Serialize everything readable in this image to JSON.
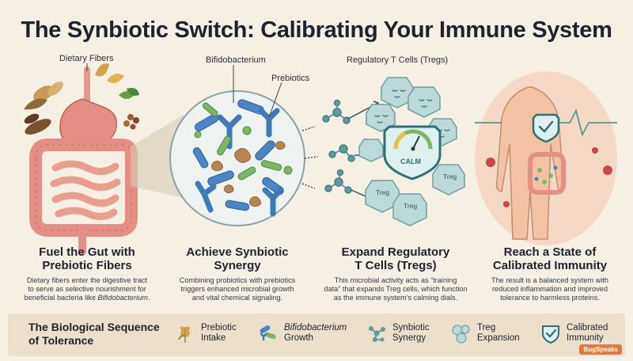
{
  "title": "The Synbiotic Switch: Calibrating Your Immune System",
  "labels": {
    "dietary_fibers": "Dietary Fibers",
    "bifidobacterium": "Bifidobacterium",
    "prebiotics": "Prebiotics",
    "tregs": "Regulatory T Cells (Tregs)",
    "calm": "CALM",
    "treg": "Treg"
  },
  "panels": [
    {
      "title_line1": "Fuel the Gut with",
      "title_line2": "Prebiotic Fibers",
      "desc_line1": "Dietary fibers enter the digestive tract",
      "desc_line2": "to serve as selective nourishment for",
      "desc_line3_pre": "beneficial bacteria like ",
      "desc_line3_em": "Bifidobacterium",
      "desc_line3_post": "."
    },
    {
      "title_line1": "Achieve Synbiotic",
      "title_line2": "Synergy",
      "desc_line1": "Combining probiotics with prebiotics",
      "desc_line2": "triggers enhanced microbial growth",
      "desc_line3": "and vital chemical signaling."
    },
    {
      "title_line1": "Expand Regulatory",
      "title_line2": "T Cells (Tregs)",
      "desc_line1": "This microbial activity acts as “training",
      "desc_line2": "data” that expands Treg cells, which function",
      "desc_line3": "as the immune system’s calming dials."
    },
    {
      "title_line1": "Reach a State of",
      "title_line2": "Calibrated Immunity",
      "desc_line1": "The result is a balanced system with",
      "desc_line2": "reduced inflammation and improved",
      "desc_line3": "tolerance to harmless proteins."
    }
  ],
  "legend": {
    "heading_line1": "The Biological Sequence",
    "heading_line2": "of Tolerance",
    "items": [
      {
        "icon": "wheat-icon",
        "line1": "Prebiotic",
        "line2": "Intake"
      },
      {
        "icon": "bacteria-icon",
        "line1_em": "Bifidobacterium",
        "line2": "Growth"
      },
      {
        "icon": "molecule-icon",
        "line1": "Synbiotic",
        "line2": "Synergy"
      },
      {
        "icon": "cells-icon",
        "line1": "Treg",
        "line2": "Expansion"
      },
      {
        "icon": "shield-check-icon",
        "line1": "Calibrated",
        "line2": "Immunity"
      }
    ]
  },
  "watermark": "BugSpeaks",
  "colors": {
    "background": "#f6efe3",
    "legend_bar": "#ecdfcb",
    "gut": "#e58f84",
    "bacteria_blue": "#4a86c5",
    "bacteria_green": "#7fb56a",
    "treg_cell": "#bcd9d9",
    "shield": "#2f6f7a",
    "body_glow": "#f4b28e"
  }
}
